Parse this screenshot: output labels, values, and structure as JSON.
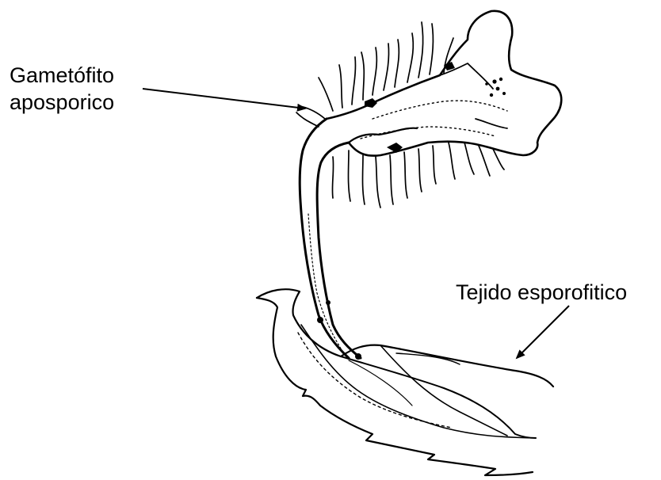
{
  "figure": {
    "labels": {
      "gametofito_line1": "Gametófito",
      "gametofito_line2": "aposporico",
      "tejido": "Tejido esporofitico"
    }
  }
}
